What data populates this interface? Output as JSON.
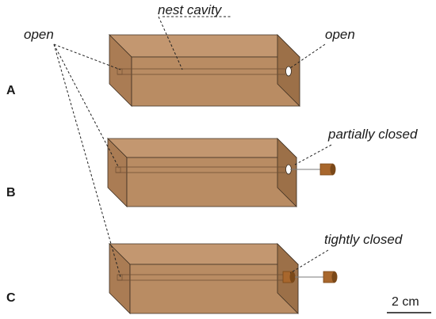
{
  "labels": {
    "nest_cavity": "nest cavity",
    "open_left": "open",
    "open_right": "open",
    "partially_closed": "partially closed",
    "tightly_closed": "tightly closed"
  },
  "rows": [
    {
      "letter": "A",
      "state": "open"
    },
    {
      "letter": "B",
      "state": "partially closed"
    },
    {
      "letter": "C",
      "state": "tightly closed"
    }
  ],
  "scale_bar": {
    "label": "2 cm"
  },
  "colors": {
    "wood_front": "#b98c63",
    "wood_top": "#c39770",
    "wood_side": "#9c7048",
    "wood_bottom": "#aa7c54",
    "outline": "#3d2f22",
    "cork": "#a8672d",
    "cork_dark": "#7a4818",
    "leader": "#222222"
  }
}
